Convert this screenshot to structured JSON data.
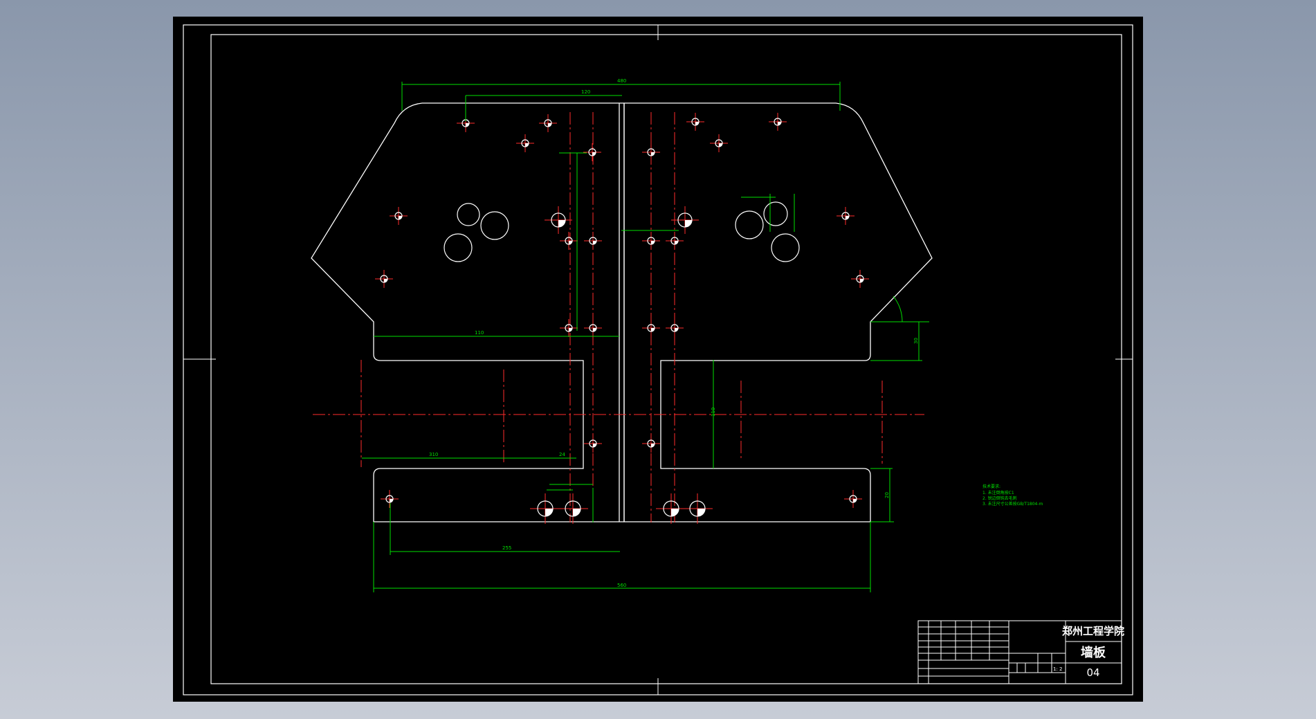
{
  "colors": {
    "background": "#000000",
    "outline": "#ffffff",
    "centerline": "#ff2b2b",
    "dimension": "#00e000",
    "desktop": "#a2acbd"
  },
  "title_block": {
    "school": "郑州工程学院",
    "part_name": "墙板",
    "drawing_no": "04",
    "scale": "1: 2"
  },
  "dimensions": {
    "overall_top": "480",
    "overall_bottom": "560",
    "bottom_hole_span": "255",
    "left_slot": "310",
    "lower_left_width": "110",
    "left_mid": "120",
    "middle_low": "24",
    "middle_height": "110",
    "right_drop": "30",
    "right_bottom_ht": "20"
  },
  "notes": {
    "title": "技术要求:",
    "lines": [
      "1. 未注倒角按C1",
      "2. 锐边倒钝去毛刺",
      "3. 未注尺寸公差按GB/T1804-m"
    ]
  },
  "icons": {
    "hole_marker": "quarter-filled-hole-icon",
    "center_cross": "center-mark-icon"
  }
}
